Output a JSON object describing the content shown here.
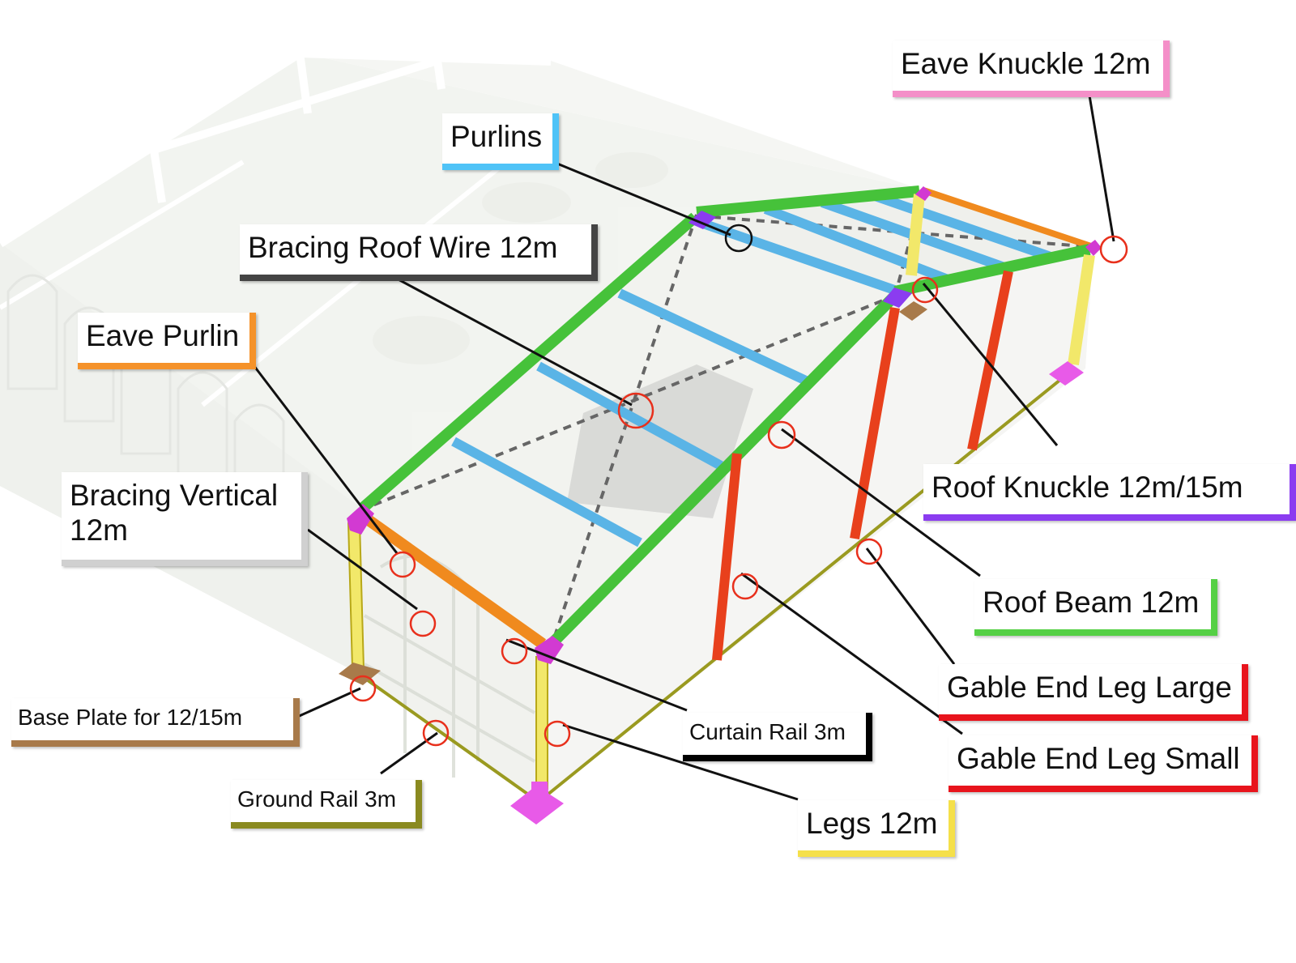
{
  "labels": {
    "eave_knuckle": {
      "text": "Eave Knuckle 12m",
      "color": "#f48fc8"
    },
    "purlins": {
      "text": "Purlins",
      "color": "#4fc3f7"
    },
    "bracing_roof_wire": {
      "text": "Bracing Roof Wire 12m",
      "color": "#444444"
    },
    "eave_purlin": {
      "text": "Eave Purlin",
      "color": "#f5922a"
    },
    "bracing_vertical": {
      "text": "Bracing Vertical 12m",
      "color": "#d0d0d0"
    },
    "roof_knuckle": {
      "text": "Roof Knuckle 12m/15m",
      "color": "#8b3cf0"
    },
    "roof_beam": {
      "text": "Roof Beam 12m",
      "color": "#55d045"
    },
    "gable_end_leg_large": {
      "text": "Gable End Leg Large",
      "color": "#e8141c"
    },
    "gable_end_leg_small": {
      "text": "Gable End Leg Small",
      "color": "#e8141c"
    },
    "base_plate": {
      "text": "Base Plate for 12/15m",
      "color": "#a87a4a"
    },
    "curtain_rail": {
      "text": "Curtain Rail 3m",
      "color": "#000000"
    },
    "ground_rail": {
      "text": "Ground Rail 3m",
      "color": "#8a8a20"
    },
    "legs": {
      "text": "Legs 12m",
      "color": "#f5e04a"
    }
  },
  "part_colors": {
    "roof_beam": "#46c23a",
    "purlin": "#5ab4e6",
    "eave_purlin": "#f08a1e",
    "gable_leg": "#e8401c",
    "leg": "#f2e86a",
    "knuckle": "#d23ad2",
    "ground_rail": "#9a9a20",
    "base_plate": "#e85ae8",
    "bracing_wire": "#666666",
    "callout_circle": "#e8301c"
  }
}
